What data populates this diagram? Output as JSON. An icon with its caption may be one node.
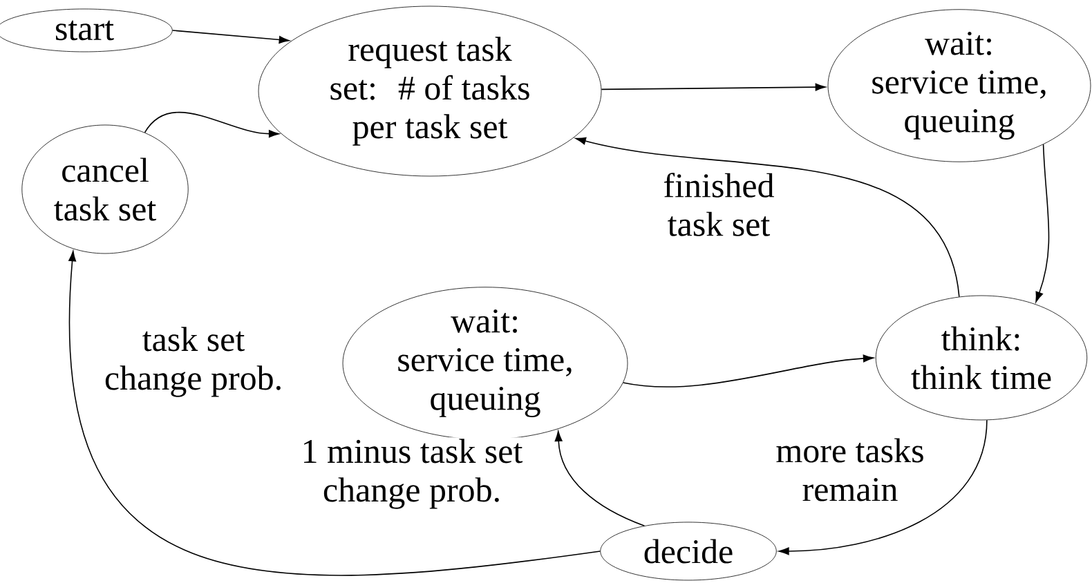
{
  "diagram": {
    "nodes": [
      {
        "text": [
          "start"
        ]
      },
      {
        "text": [
          "request task set: # of tasks per task set"
        ]
      },
      {
        "text": [
          "wait: service time, queuing"
        ]
      },
      {
        "text": [
          "cancel task set"
        ]
      },
      {
        "text": [
          "wait: service time, queuing"
        ]
      },
      {
        "text": [
          "think: think time"
        ]
      },
      {
        "text": [
          "decide"
        ]
      }
    ],
    "edges": [
      {
        "from": 0,
        "to": 1,
        "arrow": "to"
      },
      {
        "from": 3,
        "to": 1,
        "arrow": "to"
      },
      {
        "from": 1,
        "to": 2,
        "arrow": "to"
      },
      {
        "from": 2,
        "to": 5,
        "arrow": "to"
      },
      {
        "from": 5,
        "to": 1,
        "arrow": "to",
        "label": "finished task set"
      },
      {
        "from": 4,
        "to": 5,
        "arrow": "to"
      },
      {
        "from": 5,
        "to": 6,
        "arrow": "to",
        "label": "more tasks remain"
      },
      {
        "from": 6,
        "to": 4,
        "arrow": "to",
        "label": "1 minus task set change prob."
      },
      {
        "from": 6,
        "to": 3,
        "arrow": "to",
        "label": "task set change prob."
      }
    ]
  }
}
